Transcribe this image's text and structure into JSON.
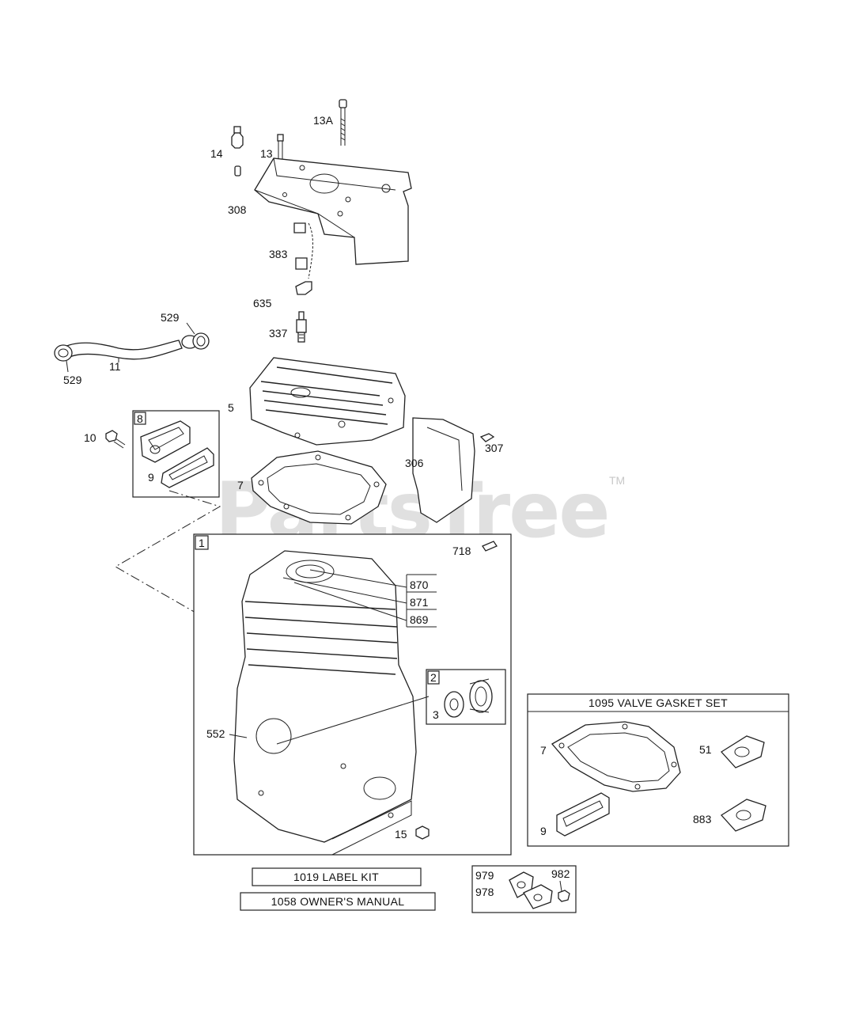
{
  "watermark": {
    "text": "PartsTree",
    "tm": "TM"
  },
  "callouts": {
    "c13a": "13A",
    "c14": "14",
    "c13": "13",
    "c308": "308",
    "c383": "383",
    "c635": "635",
    "c337": "337",
    "c529a": "529",
    "c529b": "529",
    "c11": "11",
    "c5": "5",
    "c8": "8",
    "c10": "10",
    "c9": "9",
    "c7": "7",
    "c306": "306",
    "c307": "307",
    "c1": "1",
    "c718": "718",
    "c870": "870",
    "c871": "871",
    "c869": "869",
    "c2": "2",
    "c3": "3",
    "c552": "552",
    "c15": "15"
  },
  "valve_gasket_set": {
    "title": "1095 VALVE GASKET SET",
    "c7": "7",
    "c51": "51",
    "c9": "9",
    "c883": "883"
  },
  "kits": {
    "label_kit": "1019 LABEL KIT",
    "owners_manual": "1058 OWNER'S MANUAL"
  },
  "small_box": {
    "c979": "979",
    "c978": "978",
    "c982": "982"
  }
}
